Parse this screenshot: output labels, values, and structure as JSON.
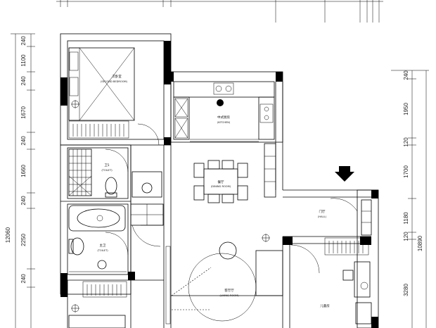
{
  "left_dimensions": {
    "total": "12060",
    "segments": [
      "240",
      "1100",
      "240",
      "1670",
      "240",
      "1660",
      "240",
      "2250",
      "240"
    ]
  },
  "right_dimensions": {
    "total": "10890",
    "segments": [
      "240",
      "1950",
      "120",
      "1700",
      "1180",
      "120",
      "3280"
    ]
  },
  "rooms": {
    "secondary_bedroom": {
      "name": "次卧室",
      "sub": "(SECOND BEDROOM)"
    },
    "kitchen": {
      "name": "中式厨房",
      "sub": "(KITCHEN)"
    },
    "bathroom_1": {
      "name": "卫1",
      "sub": "(TOILET)"
    },
    "bathroom_2": {
      "name": "主卫",
      "sub": "(TOILET)"
    },
    "dining": {
      "name": "餐厅",
      "sub": "(DINING ROOM)"
    },
    "hall": {
      "name": "门厅",
      "sub": "(HALL)"
    },
    "living": {
      "name": "客厅厅",
      "sub": "(LIVING ROOM)"
    },
    "kids_room": {
      "name": "儿童房"
    }
  },
  "entry_arrow_icon": "arrow-down-icon"
}
